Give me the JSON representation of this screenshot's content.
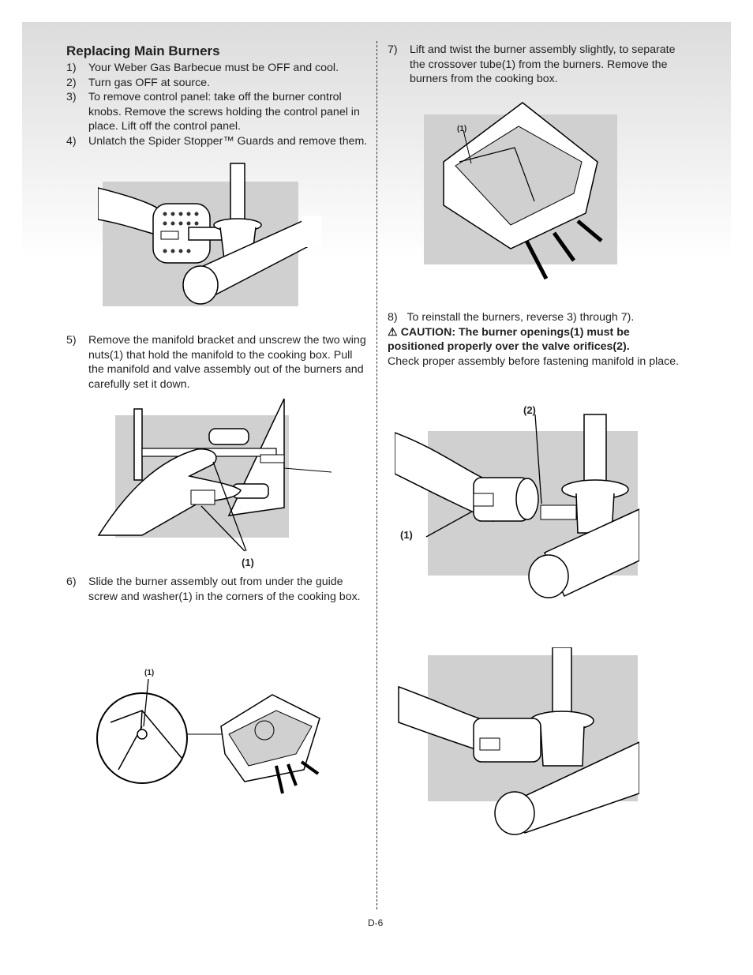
{
  "title": "Replacing Main Burners",
  "left_steps": [
    {
      "num": "1)",
      "text": "Your Weber Gas Barbecue must be OFF and cool."
    },
    {
      "num": "2)",
      "text": "Turn gas OFF at source."
    },
    {
      "num": "3)",
      "text": "To remove control panel: take off the burner control knobs. Remove the screws holding the control panel in place. Lift off the control panel."
    },
    {
      "num": "4)",
      "text": "Unlatch the Spider Stopper™ Guards and remove them."
    }
  ],
  "step5": {
    "num": "5)",
    "text": "Remove the manifold bracket and unscrew the two wing nuts(1) that hold the manifold to the cooking box. Pull the manifold and valve assembly out of the burners and carefully set it down."
  },
  "step6": {
    "num": "6)",
    "text": "Slide the burner assembly out from under the guide screw and washer(1) in the corners of the cooking box."
  },
  "step7": {
    "num": "7)",
    "text": "Lift and twist the burner assembly slightly, to separate the crossover tube(1) from the burners. Remove the burners from the cooking box."
  },
  "step8": {
    "num": "8)",
    "text": "To reinstall the burners, reverse 3) through 7).",
    "caution_symbol": "⚠",
    "caution": "CAUTION: The burner openings(1) must be positioned properly over the valve orifices(2).",
    "after": "Check proper assembly before fastening manifold in place."
  },
  "callouts": {
    "fig_manifold": "(1)",
    "fig_guide": "(1)",
    "fig_crossover": "(1)",
    "fig_reinstall_1": "(1)",
    "fig_reinstall_2": "(2)"
  },
  "page_number": "D-6"
}
